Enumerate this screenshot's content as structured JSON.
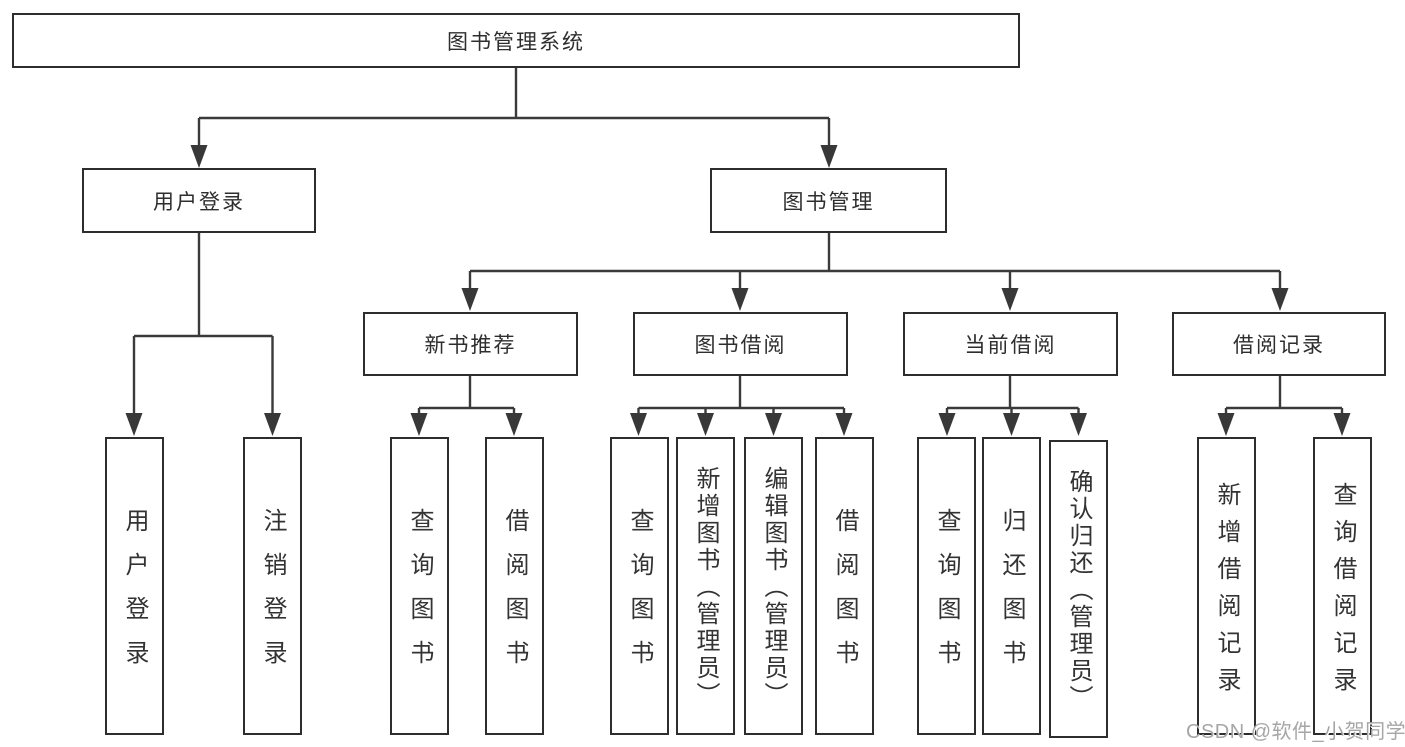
{
  "watermark": "CSDN @软件_小贺同学",
  "colors": {
    "background": "#ffffff",
    "box_border": "#2d2d2d",
    "connector_line": "#3a3a3a",
    "box_text": "#2e2e2e",
    "watermark_text": "#a6a6a6"
  },
  "tree": {
    "label": "图书管理系统",
    "children": [
      {
        "label": "用户登录",
        "children": [
          {
            "label": "用户登录"
          },
          {
            "label": "注销登录"
          }
        ]
      },
      {
        "label": "图书管理",
        "children": [
          {
            "label": "新书推荐",
            "children": [
              {
                "label": "查询图书"
              },
              {
                "label": "借阅图书"
              }
            ]
          },
          {
            "label": "图书借阅",
            "children": [
              {
                "label": "查询图书"
              },
              {
                "label": "新增图书（管理员）"
              },
              {
                "label": "编辑图书（管理员）"
              },
              {
                "label": "借阅图书"
              }
            ]
          },
          {
            "label": "当前借阅",
            "children": [
              {
                "label": "查询图书"
              },
              {
                "label": "归还图书"
              },
              {
                "label": "确认归还（管理员）"
              }
            ]
          },
          {
            "label": "借阅记录",
            "children": [
              {
                "label": "新增借阅记录"
              },
              {
                "label": "查询借阅记录"
              }
            ]
          }
        ]
      }
    ]
  }
}
